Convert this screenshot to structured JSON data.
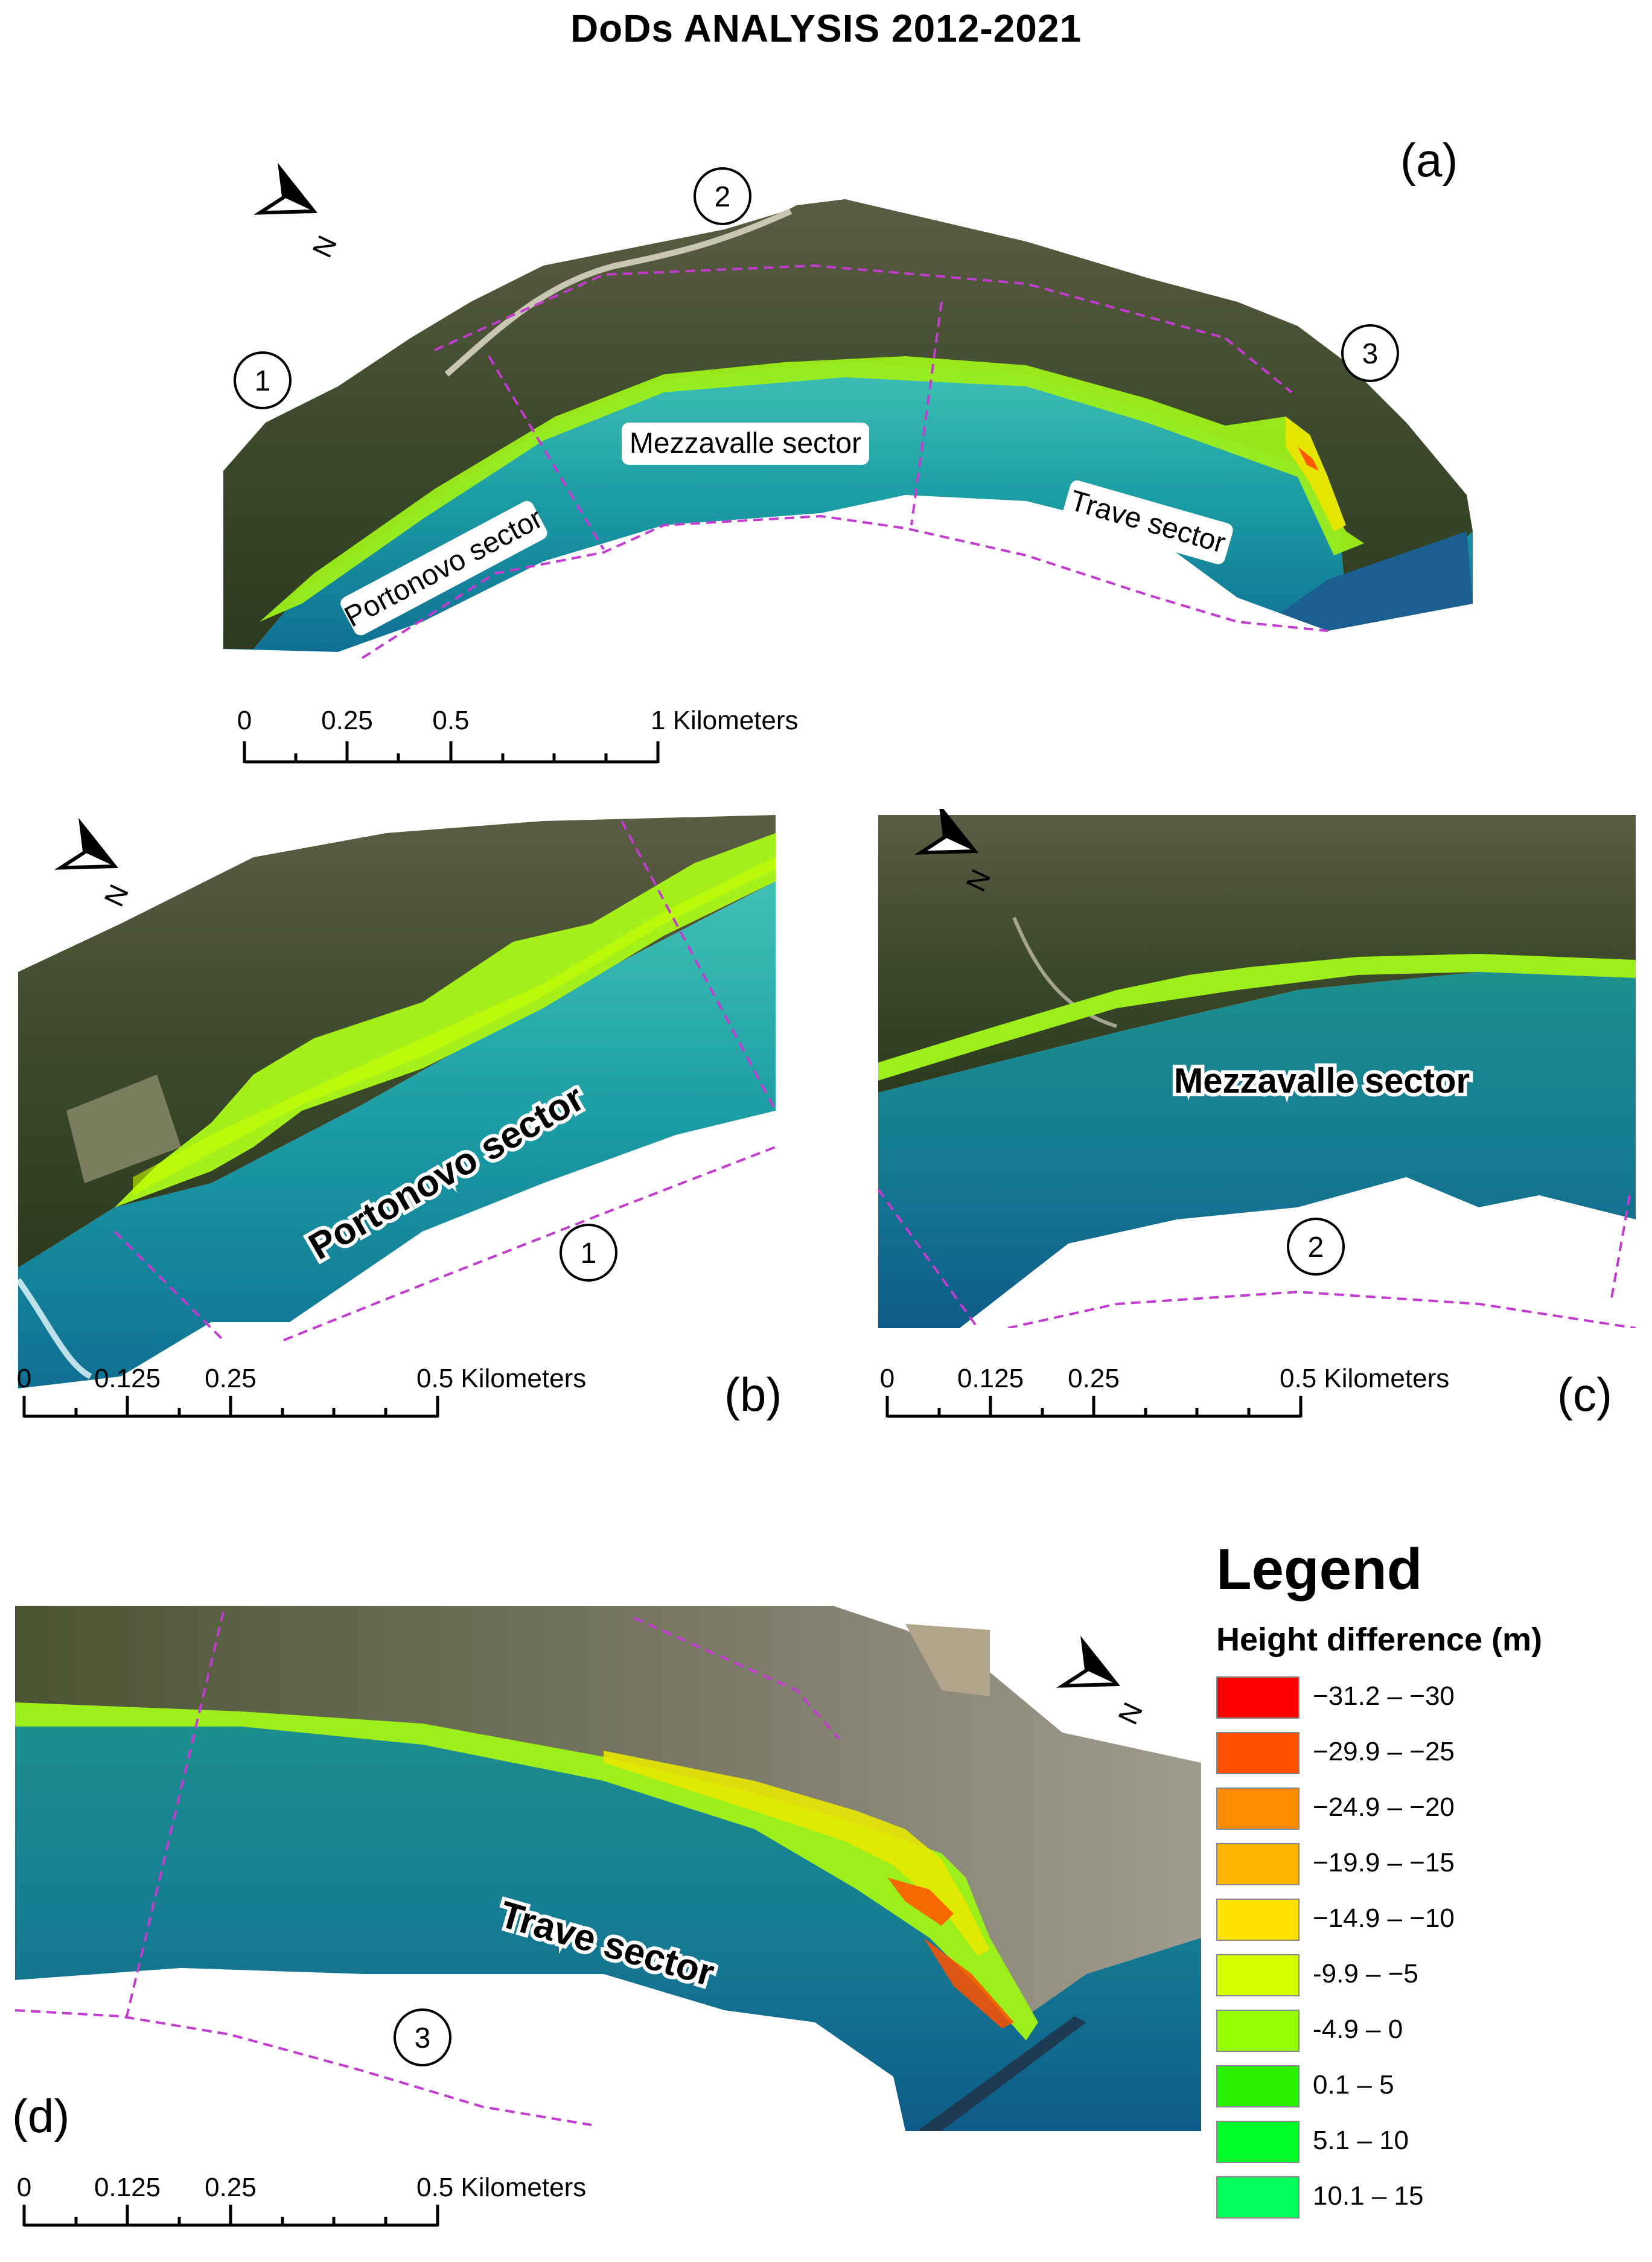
{
  "title": "DoDs ANALYSIS 2012-2021",
  "panels": {
    "a": {
      "letter": "(a)",
      "sectors": [
        "Portonovo sector",
        "Mezzavalle sector",
        "Trave sector"
      ],
      "markers": [
        "1",
        "2",
        "3"
      ],
      "scale": {
        "ticks": [
          "0",
          "0.25",
          "0.5",
          "1 Kilometers"
        ]
      }
    },
    "b": {
      "letter": "(b)",
      "sector": "Portonovo sector",
      "marker": "1",
      "scale": {
        "ticks": [
          "0",
          "0.125",
          "0.25",
          "0.5 Kilometers"
        ]
      }
    },
    "c": {
      "letter": "(c)",
      "sector": "Mezzavalle sector",
      "marker": "2",
      "scale": {
        "ticks": [
          "0",
          "0.125",
          "0.25",
          "0.5 Kilometers"
        ]
      }
    },
    "d": {
      "letter": "(d)",
      "sector": "Trave sector",
      "marker": "3",
      "scale": {
        "ticks": [
          "0",
          "0.125",
          "0.25",
          "0.5 Kilometers"
        ]
      }
    }
  },
  "north_arrow_label": "N",
  "legend": {
    "title": "Legend",
    "subtitle": "Height difference (m)",
    "items": [
      {
        "label": "−31.2 – −30",
        "color": "#ff0000"
      },
      {
        "label": "−29.9 – −25",
        "color": "#ff5000"
      },
      {
        "label": "−24.9 – −20",
        "color": "#ff8c00"
      },
      {
        "label": "−19.9 – −15",
        "color": "#ffb400"
      },
      {
        "label": "−14.9 – −10",
        "color": "#ffe100"
      },
      {
        "label": "-9.9 – −5",
        "color": "#d7ff00"
      },
      {
        "label": "-4.9 – 0",
        "color": "#96ff00"
      },
      {
        "label": "0.1 – 5",
        "color": "#28f000"
      },
      {
        "label": "5.1 – 10",
        "color": "#00ff28"
      },
      {
        "label": "10.1 – 15",
        "color": "#00ff5a"
      }
    ]
  }
}
